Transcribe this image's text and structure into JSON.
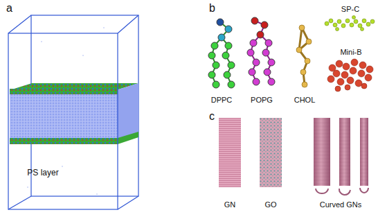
{
  "diagram": {
    "labels": [
      "a",
      "b",
      "c",
      "PS layer",
      "DPPC",
      "POPG",
      "CHOL",
      "SP-C",
      "Mini-B",
      "GN",
      "GO",
      "Curved GNs"
    ]
  }
}
